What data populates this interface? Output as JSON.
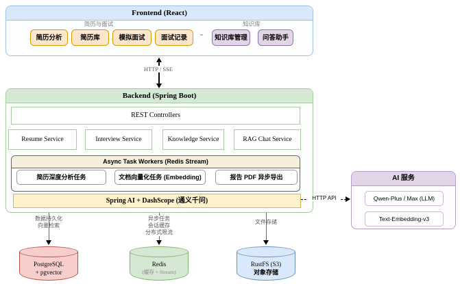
{
  "frontend": {
    "title": "Frontend (React)",
    "groups": [
      {
        "label": "简历与面试",
        "items": [
          "简历分析",
          "简历库",
          "模拟面试",
          "面试记录"
        ]
      },
      {
        "label": "知识库",
        "items": [
          "知识库管理",
          "问答助手"
        ]
      }
    ]
  },
  "connectors": {
    "http_sse": "HTTP / SSE",
    "http_api": "HTTP API"
  },
  "backend": {
    "title": "Backend (Spring Boot)",
    "rest": "REST Controllers",
    "services": [
      "Resume Service",
      "Interview Service",
      "Knowledge Service",
      "RAG Chat Service"
    ],
    "workers": {
      "title": "Async Task Workers (Redis Stream)",
      "tasks": [
        "简历深度分析任务",
        "文档向量化任务 (Embedding)",
        "报告 PDF 异步导出"
      ]
    },
    "spring_ai": "Spring AI + DashScope (通义千问)"
  },
  "ai_service": {
    "title": "AI 服务",
    "items": [
      "Qwen-Plus / Max (LLM)",
      "Text-Embedding-v3"
    ]
  },
  "storage_links": [
    {
      "lines": [
        "数据持久化",
        "向量检索"
      ]
    },
    {
      "lines": [
        "异步任务",
        "会话缓存",
        "分布式限流"
      ]
    },
    {
      "lines": [
        "文件存储"
      ]
    }
  ],
  "databases": [
    {
      "line1": "PostgreSQL",
      "line2": "+ pgvector"
    },
    {
      "line1": "Redis",
      "line2": "(缓存 + Stream)"
    },
    {
      "line1": "RustFS (S3)",
      "line2": "对象存储"
    }
  ],
  "colors": {
    "frontend_header": "#dae8fc",
    "backend_header": "#d5e8d4",
    "ai_header": "#e1d5e7",
    "feature_orange_fill": "#ffe6cc",
    "feature_orange_stroke": "#d79b00",
    "feature_purple_fill": "#e1d5e7",
    "feature_purple_stroke": "#9673a6",
    "spring_ai_fill": "#fff2cc",
    "spring_ai_stroke": "#d6b656",
    "workers_header_fill": "#f5eedd",
    "db_postgres_fill": "#f8cecc",
    "db_postgres_stroke": "#b85450",
    "db_redis_fill": "#d5e8d4",
    "db_redis_stroke": "#82b366",
    "db_rustfs_fill": "#dae8fc",
    "db_rustfs_stroke": "#6c8ebf"
  }
}
